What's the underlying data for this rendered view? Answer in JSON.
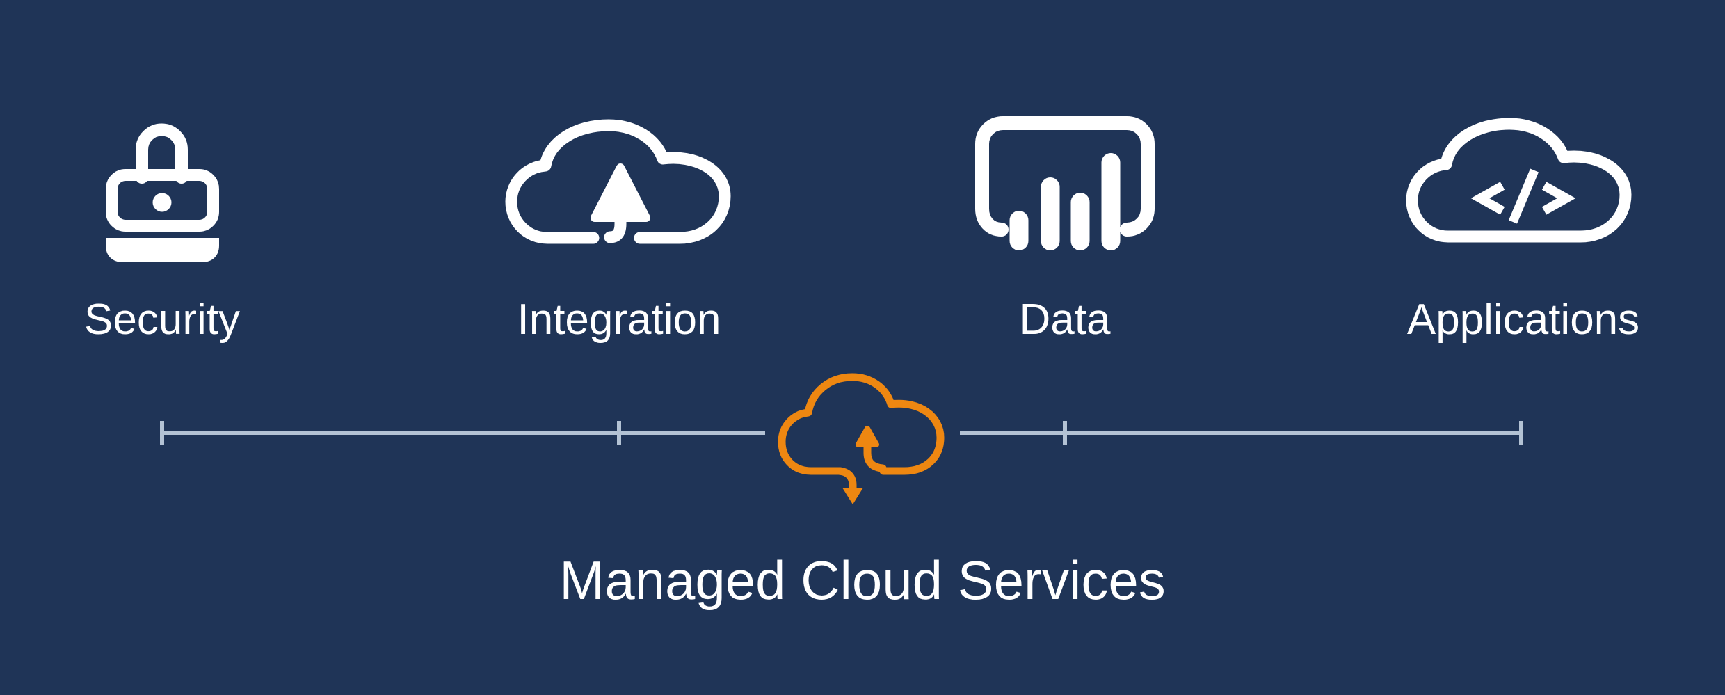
{
  "colors": {
    "background": "#1F3457",
    "icon": "#FFFFFF",
    "accent": "#EE8711",
    "line": "#B3C2D4",
    "text": "#FFFFFF"
  },
  "services": [
    {
      "label": "Security",
      "icon": "padlock-icon"
    },
    {
      "label": "Integration",
      "icon": "cloud-upload-icon"
    },
    {
      "label": "Data",
      "icon": "bar-chart-window-icon"
    },
    {
      "label": "Applications",
      "icon": "cloud-code-icon"
    }
  ],
  "hub": {
    "icon": "cloud-sync-icon",
    "title": "Managed Cloud Services"
  }
}
